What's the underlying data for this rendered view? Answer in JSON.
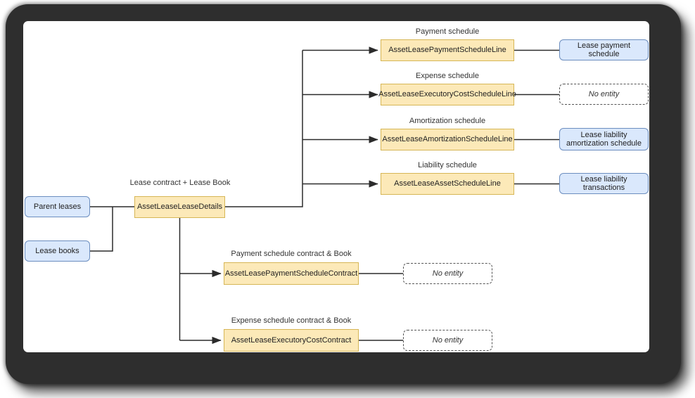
{
  "colors": {
    "frame": "#2e2e2e",
    "canvas": "#ffffff",
    "entity_fill": "#fce9b8",
    "entity_border": "#d6b656",
    "table_fill": "#dae8fc",
    "table_border": "#6c8ebf",
    "connector": "#2b2b2b"
  },
  "left_tables": [
    {
      "label": "Parent leases"
    },
    {
      "label": "Lease books"
    }
  ],
  "main_entity": {
    "caption": "Lease contract + Lease Book",
    "name": "AssetLeaseLeaseDetails"
  },
  "schedule_rows": [
    {
      "caption": "Payment schedule",
      "entity": "AssetLeasePaymentScheduleLine",
      "target": "Lease payment schedule",
      "target_type": "table"
    },
    {
      "caption": "Expense schedule",
      "entity": "AssetLeaseExecutoryCostScheduleLine",
      "target": "No entity",
      "target_type": "none"
    },
    {
      "caption": "Amortization schedule",
      "entity": "AssetLeaseAmortizationScheduleLine",
      "target": "Lease liability amortization schedule",
      "target_type": "table"
    },
    {
      "caption": "Liability schedule",
      "entity": "AssetLeaseAssetScheduleLine",
      "target": "Lease liability transactions",
      "target_type": "table"
    }
  ],
  "contract_rows": [
    {
      "caption": "Payment schedule contract & Book",
      "entity": "AssetLeasePaymentScheduleContract",
      "target": "No entity",
      "target_type": "none"
    },
    {
      "caption": "Expense schedule contract & Book",
      "entity": "AssetLeaseExecutoryCostContract",
      "target": "No entity",
      "target_type": "none"
    }
  ]
}
